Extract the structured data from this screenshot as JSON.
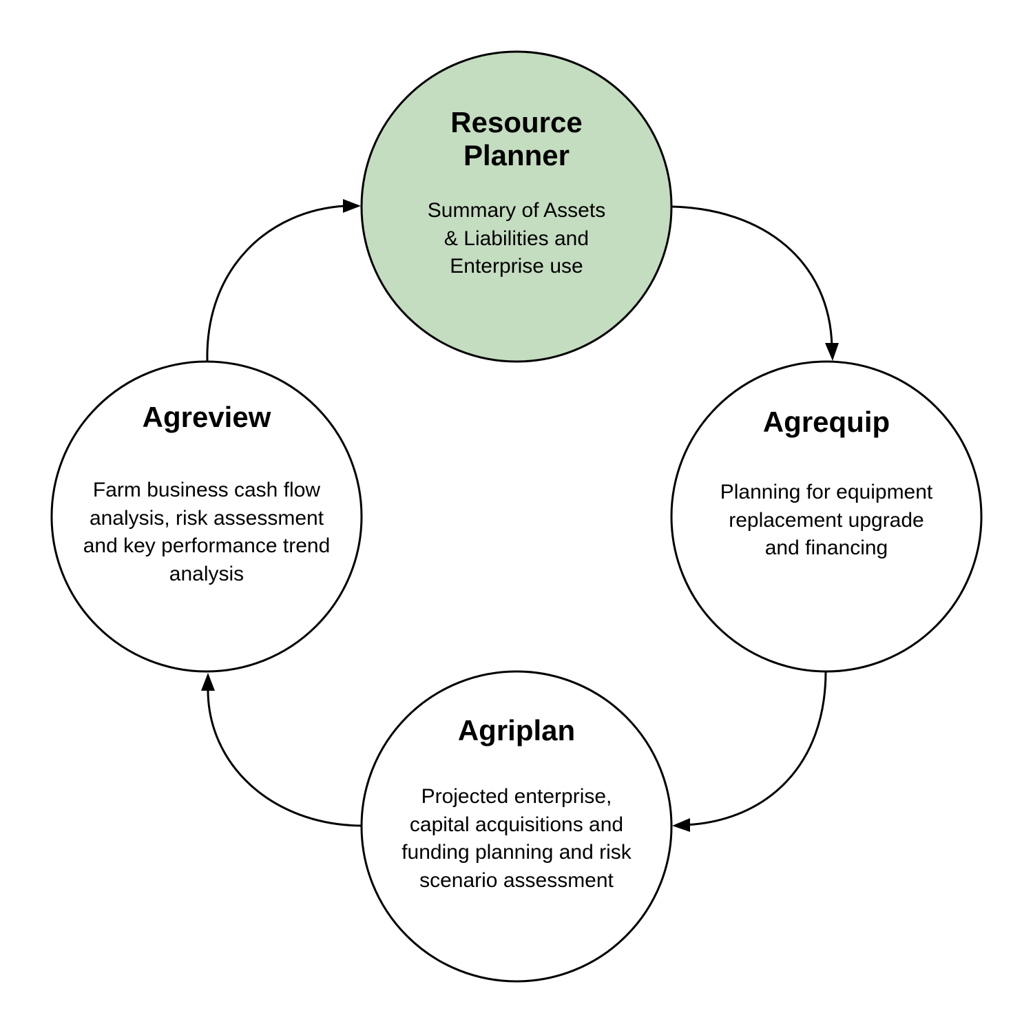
{
  "colors": {
    "highlight_fill": "#c4dcc0",
    "node_fill": "#ffffff",
    "stroke": "#000000"
  },
  "nodes": [
    {
      "id": "resource-planner",
      "title_lines": [
        "Resource",
        "Planner"
      ],
      "desc_lines": [
        "Summary of Assets",
        "& Liabilities and",
        "Enterprise use"
      ],
      "highlighted": true
    },
    {
      "id": "agrequip",
      "title_lines": [
        "Agrequip"
      ],
      "desc_lines": [
        "Planning for equipment",
        "replacement upgrade",
        "and financing"
      ],
      "highlighted": false
    },
    {
      "id": "agriplan",
      "title_lines": [
        "Agriplan"
      ],
      "desc_lines": [
        "Projected enterprise,",
        "capital acquisitions and",
        "funding planning and risk",
        "scenario assessment"
      ],
      "highlighted": false
    },
    {
      "id": "agreview",
      "title_lines": [
        "Agreview"
      ],
      "desc_lines": [
        "Farm business cash flow",
        "analysis, risk assessment",
        "and key performance trend",
        "analysis"
      ],
      "highlighted": false
    }
  ],
  "connections": [
    {
      "from": "resource-planner",
      "to": "agrequip"
    },
    {
      "from": "agrequip",
      "to": "agriplan"
    },
    {
      "from": "agriplan",
      "to": "agreview"
    },
    {
      "from": "agreview",
      "to": "resource-planner"
    }
  ]
}
